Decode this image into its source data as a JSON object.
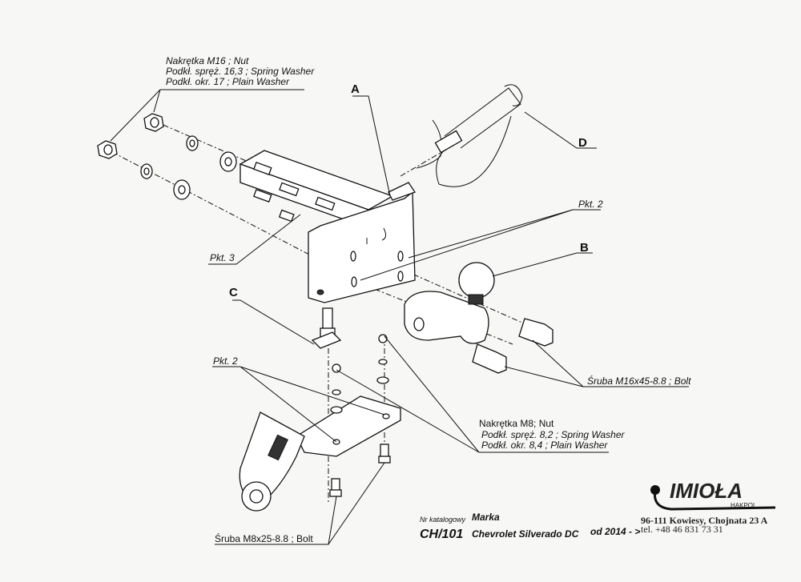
{
  "labels": {
    "nut_m16": [
      "Nakrętka  M16 ; Nut",
      "Podkł. spręż. 16,3 ; Spring Washer",
      "Podkł. okr. 17 ; Plain Washer"
    ],
    "part_a": "A",
    "part_b": "B",
    "part_c": "C",
    "part_d": "D",
    "pkt2_top": "Pkt. 2",
    "pkt3": "Pkt. 3",
    "pkt2_bottom": "Pkt. 2",
    "bolt_m16": "Śruba M16x45-8.8 ;  Bolt",
    "nut_m8": [
      "Nakrętka M8; Nut",
      "Podkł. spręż. 8,2 ; Spring Washer",
      "Podkł. okr. 8,4 ; Plain Washer"
    ],
    "bolt_m8": "Śruba M8x25-8.8 ;  Bolt"
  },
  "footer": {
    "catalog_label": "Nr katalogowy",
    "catalog_value": "CH/101",
    "brand_label": "Marka",
    "brand_value": "Chevrolet Silverado DC",
    "year": "od 2014 - >",
    "logo_name": "IMIOŁA",
    "logo_sub": "HAKPOL",
    "address": "96-111 Kowiesy, Chojnata 23 A",
    "phone": "tel. +48 46 831 73 31"
  }
}
